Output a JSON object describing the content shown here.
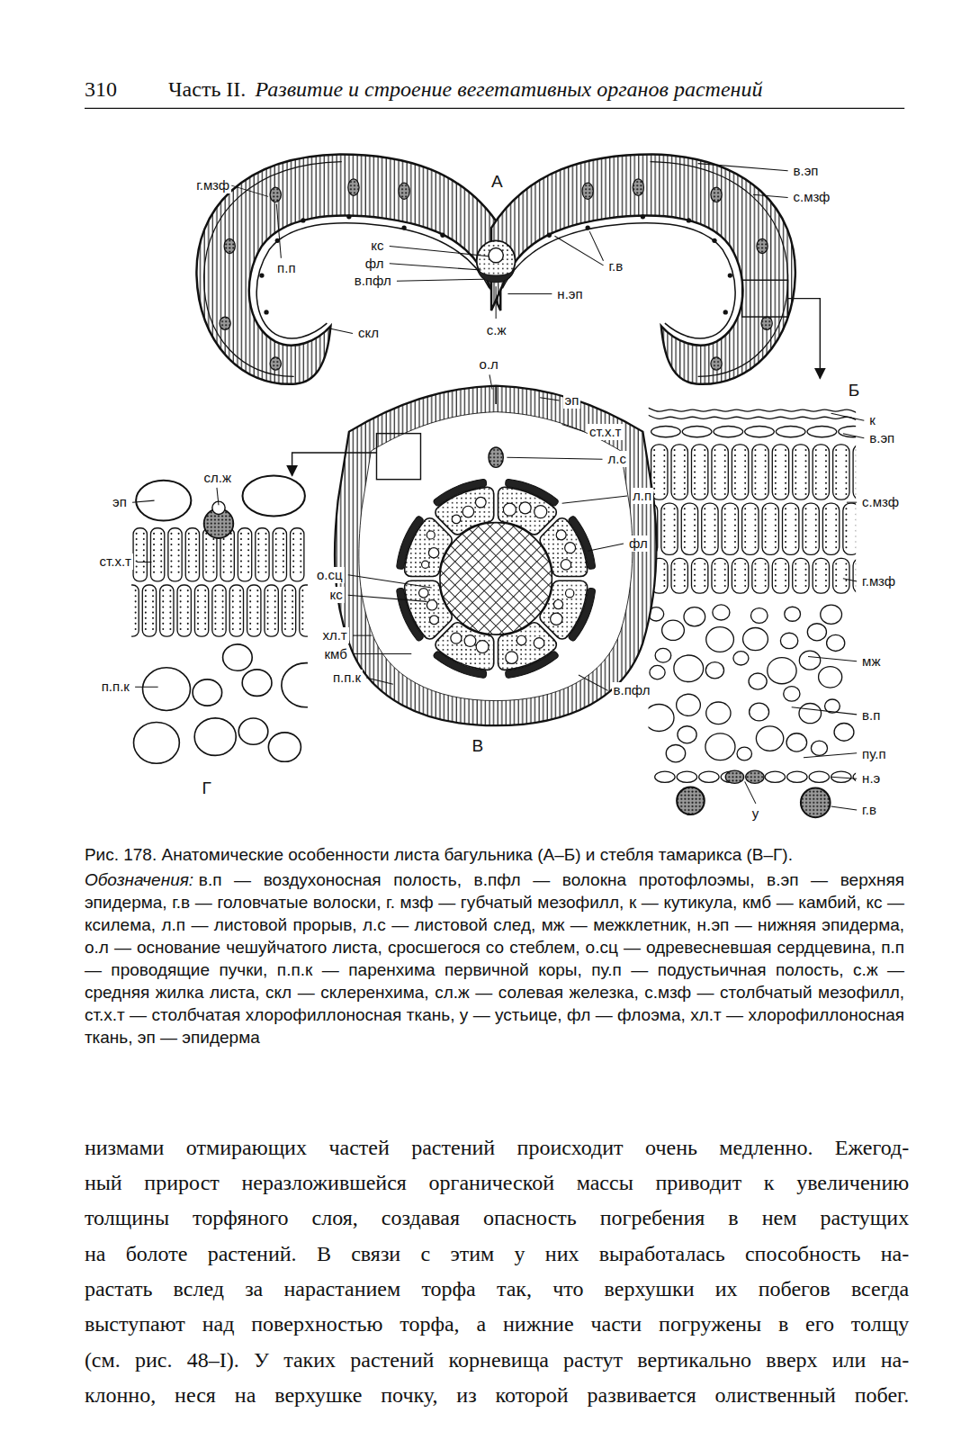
{
  "diagram": {
    "caption": "Рис. 178. Анатомические особенности листа багульника (А–Б) и стебля тамарикса (В–Г).",
    "labels": [
      "310",
      "Часть II.",
      "Развитие и строение вегетативных органов растений",
      "г.мзф",
      "А",
      "в.эп",
      "с.мзф",
      "п.п",
      "кс",
      "фл",
      "в.пфл",
      "г.в",
      "н.эп",
      "скл",
      "с.ж",
      "о.л",
      "эп",
      "ст.х.т",
      "л.с",
      "л.п",
      "фл",
      "Б",
      "к",
      "в.эп",
      "с.мзф",
      "г.мзф",
      "мж",
      "в.п",
      "пу.п",
      "н.э",
      "г.в",
      "у",
      "сл.ж",
      "эп",
      "ст.х.т",
      "п.п.к",
      "Г",
      "о.сц",
      "кс",
      "хл.т",
      "кмб",
      "п.п.к",
      "в.пфл",
      "В",
      "Обозначения:",
      "в.п — воздухоносная полость, в.пфл — волокна протофлоэмы, в.эп — верхняя эпидерма, г.в — головчатые волоски, г. мзф — губчатый мезофилл, к — кутикула, кмб — камбий, кс — ксилема, л.п — листовой прорыв, л.с — листовой след, мж — межклетник, н.эп — нижняя эпидерма, о.л — основание чешуйчатого листа, сросшегося со стеблем, о.сц — одревесневшая сердцевина, п.п — проводящие пучки, п.п.к — паренхима первичной коры, пу.п — подустьичная полость, с.ж — средняя жилка листа, скл — склеренхима, сл.ж — солевая железка, с.мзф — столбчатый мезофилл, ст.х.т — столбчатая хлорофиллоносная ткань, у — устьице, фл — флоэма, хл.т — хлорофиллоносная ткань, эп — эпидерма",
      "низмами отмирающих частей растений происходит очень медленно. Ежегод-",
      "ный прирост неразложившейся органической массы приводит к увеличению",
      "толщины торфяного слоя, создавая опасность погребения в нем растущих",
      "на болоте растений. В связи с этим у них выработалась способность на-",
      "растать вслед за нарастанием торфа так, что верхушки их побегов всегда",
      "выступают над поверхностью торфа, а нижние части погружены в его толщу",
      "(см. рис. 48–I). У таких растений корневища растут вертикально вверх или на-",
      "клонно, неся на верхушке почку, из которой развивается олиственный побег."
    ]
  }
}
